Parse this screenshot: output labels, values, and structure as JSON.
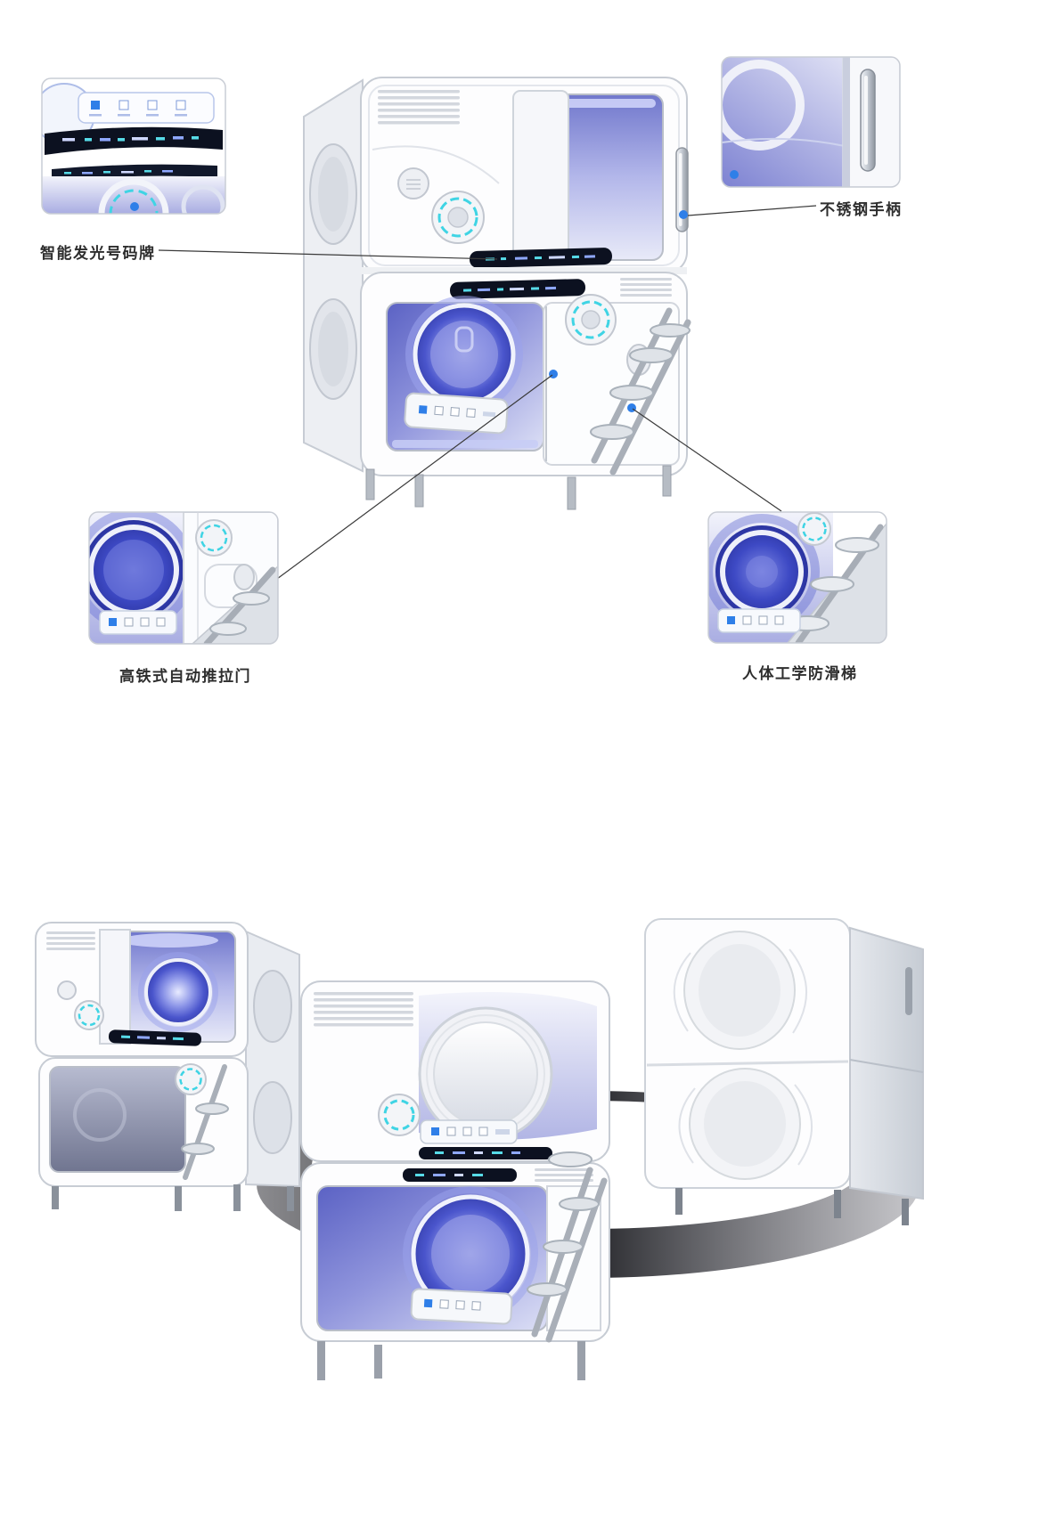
{
  "sheet": {
    "background": "#ffffff",
    "callouts": [
      {
        "id": "number-plate",
        "label": "智能发光号码牌",
        "side": "top-left"
      },
      {
        "id": "handle",
        "label": "不锈钢手柄",
        "side": "top-right"
      },
      {
        "id": "sliding-door",
        "label": "高铁式自动推拉门",
        "side": "middle-left"
      },
      {
        "id": "ladder",
        "label": "人体工学防滑梯",
        "side": "middle-right"
      }
    ],
    "colors": {
      "accent_cyan": "#3fd4e4",
      "glow_purple": "#8a8fd8",
      "deep_blue_porthole": "#3a44b4",
      "panel_dark": "#0c1120",
      "callout_dot_blue": "#2f7fe8",
      "metal_grey": "#a9afb8",
      "label_text": "#2e2e2e",
      "frame_grey": "#c9cdd5"
    },
    "views": {
      "hero": "capsule-bunk-front-left",
      "bottom_left": "capsule-bunk-open-left-view",
      "bottom_center": "capsule-bunk-front-view",
      "bottom_right": "capsule-bunk-rear-right-view"
    }
  }
}
